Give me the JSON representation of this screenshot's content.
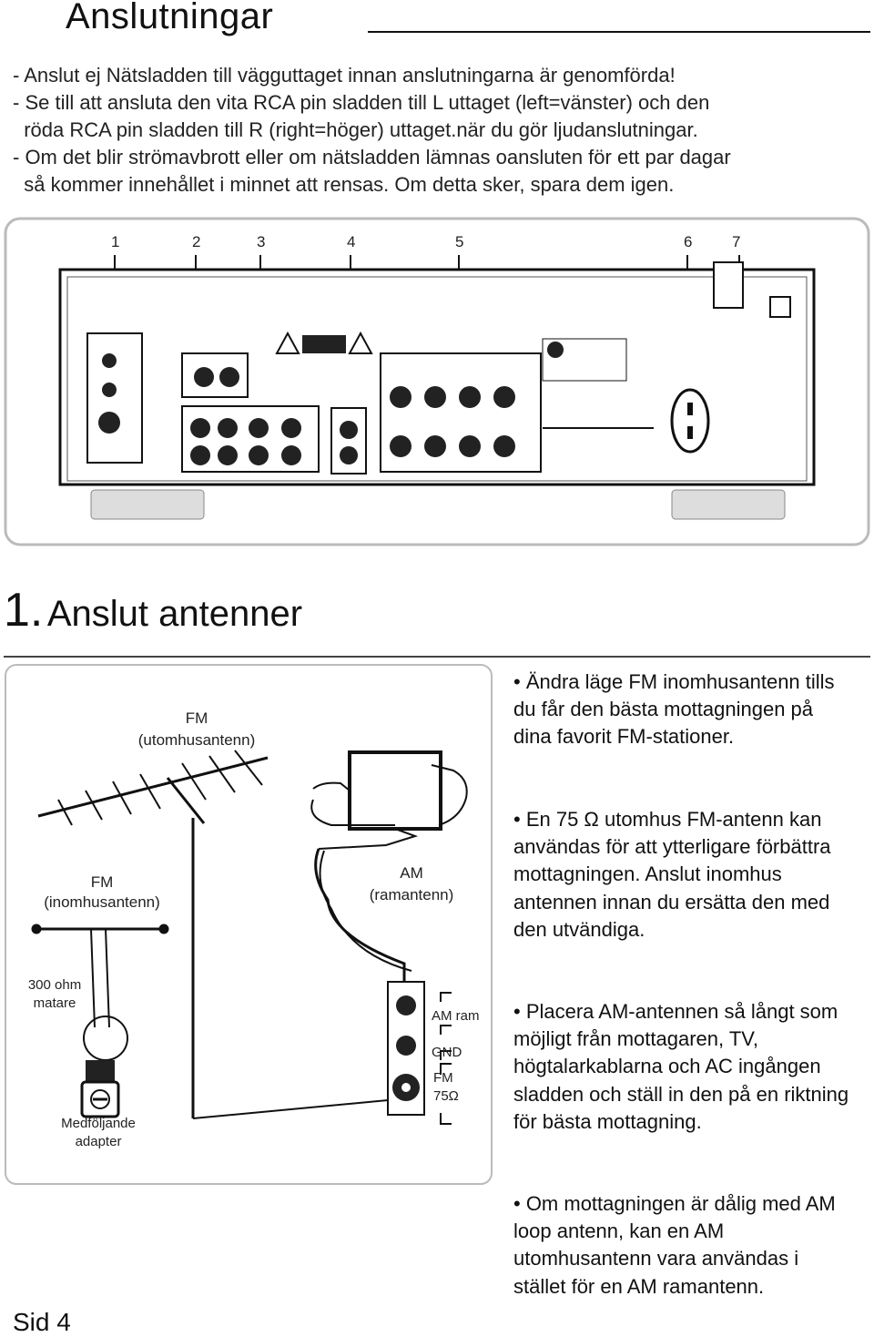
{
  "page": {
    "title": "Anslutningar",
    "footer": "Sid 4"
  },
  "intro_lines": [
    "- Anslut ej Nätsladden till vägguttaget innan anslutningarna är genomförda!",
    "- Se till att ansluta den vita RCA pin sladden till L uttaget (left=vänster) och den",
    "  röda RCA pin sladden till R (right=höger) uttaget.när du gör ljudanslutningar.",
    "- Om det blir strömavbrott eller om nätsladden lämnas oansluten för ett par dagar",
    "  så kommer innehållet i minnet att rensas. Om detta sker, spara dem igen."
  ],
  "back_panel": {
    "callout_numbers": [
      "1",
      "2",
      "3",
      "4",
      "5",
      "6",
      "7"
    ]
  },
  "section": {
    "number": "1.",
    "title": "Anslut antenner"
  },
  "antenna_diagram": {
    "fm_outdoor_line1": "FM",
    "fm_outdoor_line2": "(utomhusantenn)",
    "am_line1": "AM",
    "am_line2": "(ramantenn)",
    "fm_indoor_line1": "FM",
    "fm_indoor_line2": "(inomhusantenn)",
    "feeder_line1": "300 ohm",
    "feeder_line2": "matare",
    "adapter_line1": "Medföljande",
    "adapter_line2": "adapter",
    "terminal_am": "AM ram",
    "terminal_gnd": "GND",
    "terminal_fm": "FM",
    "terminal_fm_ohm": "75Ω"
  },
  "bullets": [
    "• Ändra läge FM inomhusantenn tills du får den bästa mottagningen på dina favorit FM-stationer.",
    "• En 75 Ω utomhus FM-antenn kan användas för att ytterligare förbättra mottagningen. Anslut inomhus antennen innan du ersätta den med den utvändiga.",
    "• Placera AM-antennen så långt som möjligt från mottagaren, TV, högtalarkablarna och AC ingången sladden och ställ in den på en riktning för bästa mottagning.",
    "• Om mottagningen är dålig med AM loop antenn, kan en AM utomhusantenn vara användas i stället för en AM ramantenn."
  ]
}
